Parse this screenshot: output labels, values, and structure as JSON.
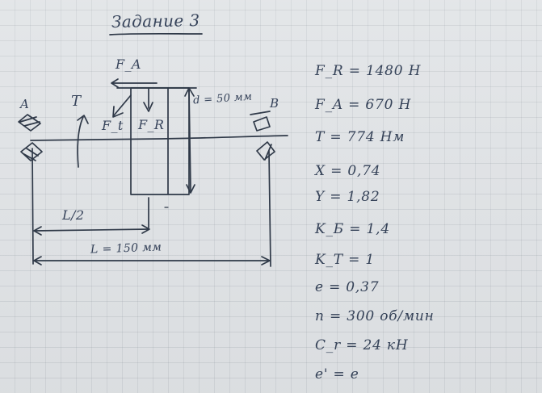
{
  "title": "Задание 3",
  "diagram": {
    "labels": {
      "support_a": "A",
      "support_b": "B",
      "torque": "T",
      "axial_force": "F_A",
      "tangential_force": "F_t",
      "radial_force": "F_R",
      "diameter": "d = 50 мм",
      "half_length": "L/2",
      "length": "L = 150 мм"
    }
  },
  "parameters": [
    "F_R = 1480 Н",
    "F_A = 670 Н",
    "T = 774 Нм",
    "X = 0,74",
    "Y = 1,82",
    "K_Б = 1,4",
    "K_T = 1",
    "e = 0,37",
    "n = 300 об/мин",
    "C_r = 24 кН",
    "e' = e"
  ]
}
